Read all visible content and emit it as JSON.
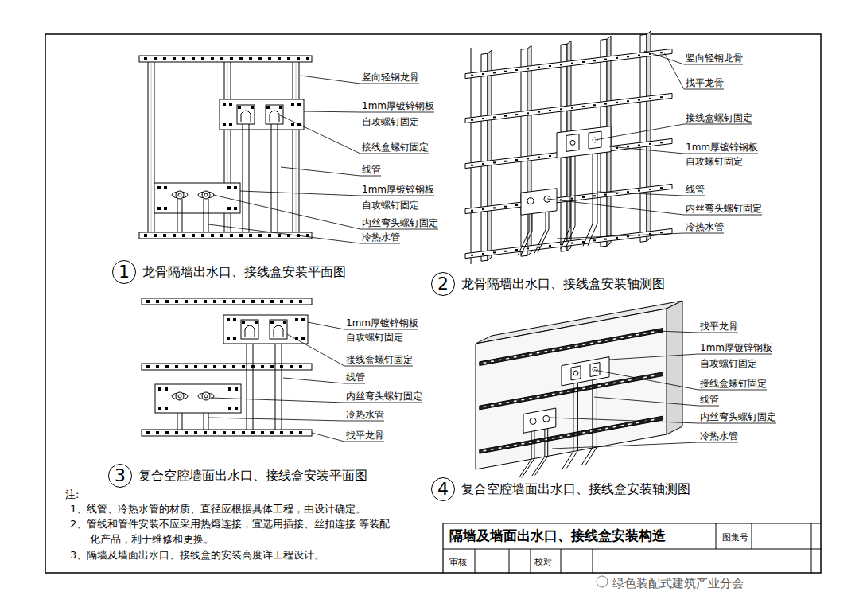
{
  "diagram": {
    "title": "隔墙及墙面出水口、接线盒安装构造",
    "nodes": [
      {
        "text": [
          "1",
          "龙骨隔墙出水口、接线盒安装平面图"
        ]
      },
      {
        "text": [
          "2",
          "龙骨隔墙出水口、接线盒安装轴测图"
        ]
      },
      {
        "text": [
          "3",
          "复合空腔墙面出水口、接线盒安装平面图"
        ]
      },
      {
        "text": [
          "4",
          "复合空腔墙面出水口、接线盒安装轴测图"
        ]
      }
    ],
    "labels": [
      "竖向轻钢龙骨",
      "1mm厚镀锌钢板",
      "自攻螺钉固定",
      "接线盒螺钉固定",
      "线管",
      "1mm厚镀锌钢板",
      "自攻螺钉固定",
      "内丝弯头螺钉固定",
      "冷热水管",
      "竖向轻钢龙骨",
      "找平龙骨",
      "接线盒螺钉固定",
      "1mm厚镀锌钢板",
      "自攻螺钉固定",
      "线管",
      "内丝弯头螺钉固定",
      "冷热水管",
      "1mm厚镀锌钢板",
      "自攻螺钉固定",
      "接线盒螺钉固定",
      "线管",
      "内丝弯头螺钉固定",
      "冷热水管",
      "找平龙骨",
      "找平龙骨",
      "1mm厚镀锌钢板",
      "自攻螺钉固定",
      "接线盒螺钉固定",
      "线管",
      "内丝弯头螺钉固定",
      "冷热水管",
      "注:",
      "1、线管、冷热水管的材质、直径应根据具体工程，由设计确定。",
      "2、管线和管件安装不应采用热熔连接，宜选用插接、丝扣连接 等装配化产品，利于维修和更换。",
      "3、隔墙及墙面出水口、接线盒的安装高度详工程设计。",
      "图集号",
      "审核",
      "校对",
      "绿色装配式建筑产业分会"
    ]
  }
}
